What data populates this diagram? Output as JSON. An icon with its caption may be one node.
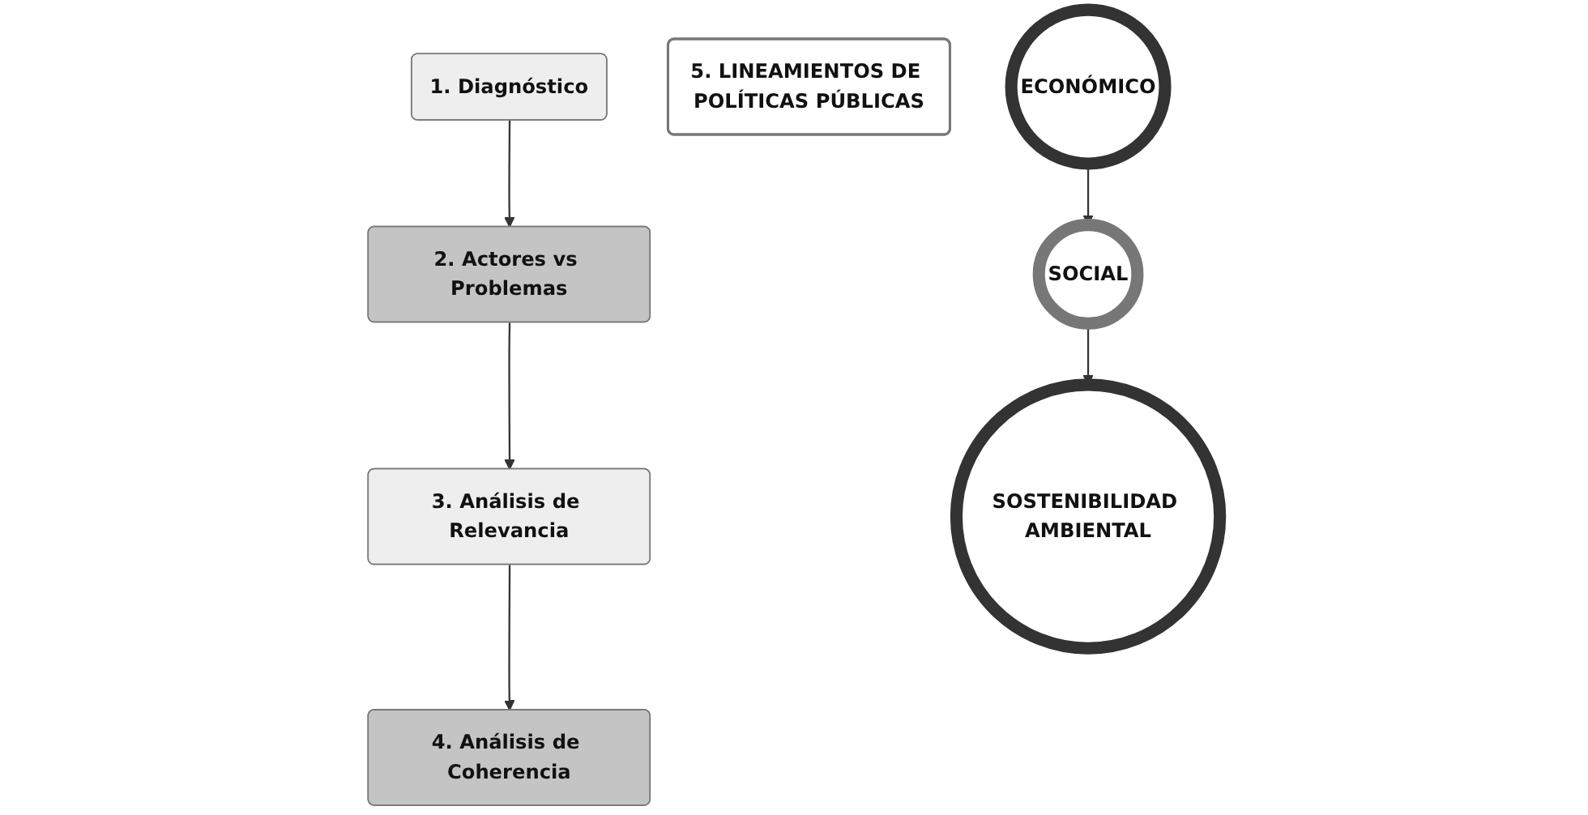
{
  "diagram": {
    "nodes": [
      {
        "text": [
          "1. Diagnóstico"
        ]
      },
      {
        "text": [
          "2. Actores vs Problemas"
        ]
      },
      {
        "text": [
          "3. Análisis de Relevancia"
        ]
      },
      {
        "text": [
          "4. Análisis de Coherencia"
        ]
      },
      {
        "text": [
          "5. LINEAMIENTOS DE POLÍTICAS PÚBLICAS"
        ]
      },
      {
        "text": [
          "ECONÓMICO"
        ]
      },
      {
        "text": [
          "SOCIAL"
        ]
      },
      {
        "text": [
          "SOSTENIBILIDAD AMBIENTAL"
        ]
      }
    ],
    "edges": [
      {
        "from": 0,
        "to": 1,
        "arrow": "to"
      },
      {
        "from": 1,
        "to": 2,
        "arrow": "to"
      },
      {
        "from": 2,
        "to": 3,
        "arrow": "to"
      },
      {
        "from": 5,
        "to": 6,
        "arrow": "to"
      },
      {
        "from": 6,
        "to": 7,
        "arrow": "to"
      }
    ]
  }
}
